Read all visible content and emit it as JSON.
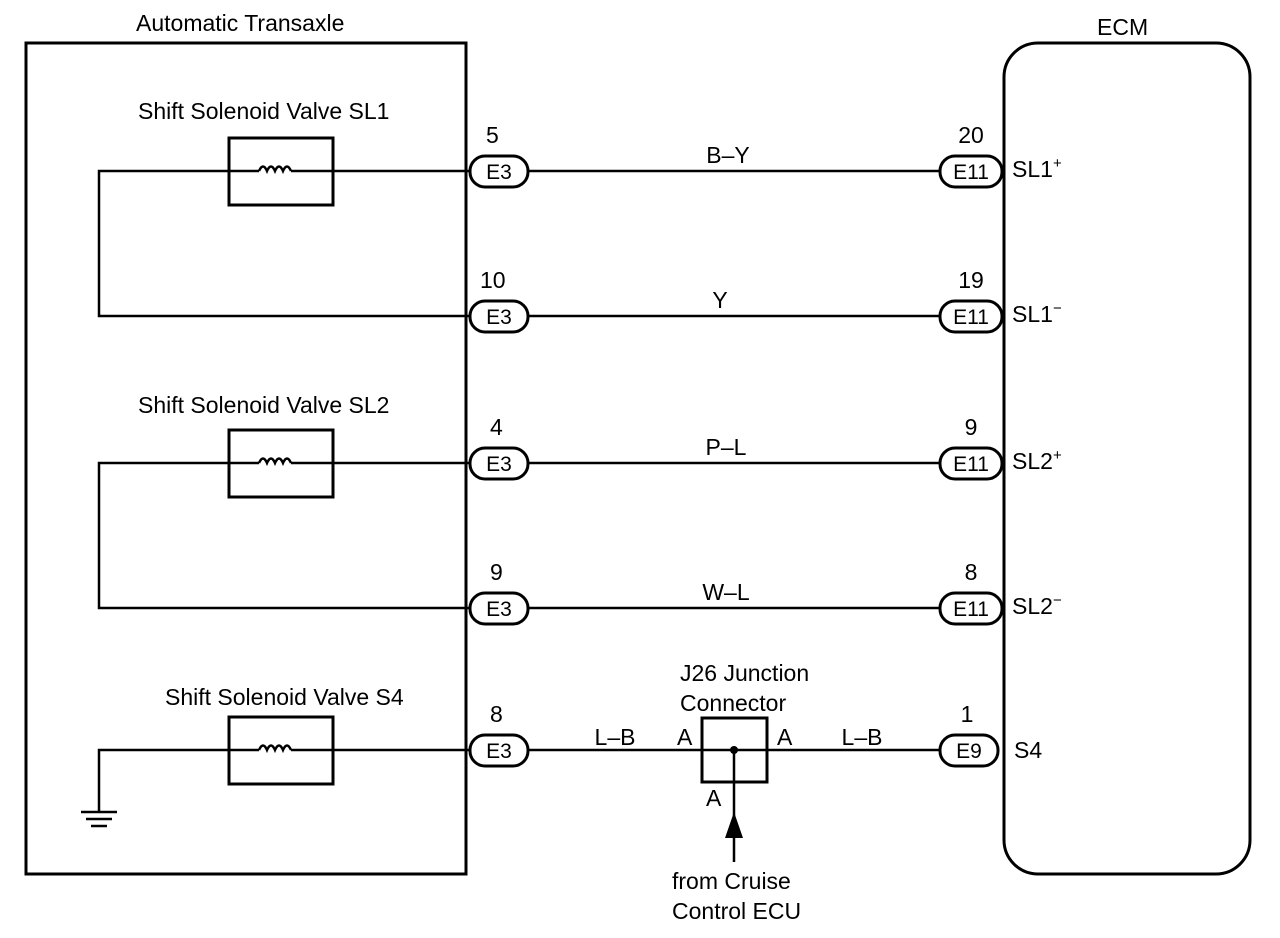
{
  "transaxle": {
    "title": "Automatic Transaxle",
    "solenoids": [
      {
        "label": "Shift Solenoid Valve SL1"
      },
      {
        "label": "Shift Solenoid Valve SL2"
      },
      {
        "label": "Shift Solenoid Valve S4"
      }
    ]
  },
  "ecm": {
    "title": "ECM"
  },
  "circuits": [
    {
      "left_pin": "5",
      "left_connector": "E3",
      "wire_color": "B–Y",
      "right_pin": "20",
      "right_connector": "E11",
      "terminal": "SL1",
      "terminal_sign": "+"
    },
    {
      "left_pin": "10",
      "left_connector": "E3",
      "wire_color": "Y",
      "right_pin": "19",
      "right_connector": "E11",
      "terminal": "SL1",
      "terminal_sign": "−"
    },
    {
      "left_pin": "4",
      "left_connector": "E3",
      "wire_color": "P–L",
      "right_pin": "9",
      "right_connector": "E11",
      "terminal": "SL2",
      "terminal_sign": "+"
    },
    {
      "left_pin": "9",
      "left_connector": "E3",
      "wire_color": "W–L",
      "right_pin": "8",
      "right_connector": "E11",
      "terminal": "SL2",
      "terminal_sign": "−"
    },
    {
      "left_pin": "8",
      "left_connector": "E3",
      "wire_color_left": "L–B",
      "wire_color_right": "L–B",
      "right_pin": "1",
      "right_connector": "E9",
      "terminal": "S4"
    }
  ],
  "junction": {
    "title_line1": "J26 Junction",
    "title_line2": "Connector",
    "pin_left": "A",
    "pin_right": "A",
    "pin_bottom": "A",
    "source_line1": "from Cruise",
    "source_line2": "Control ECU"
  }
}
